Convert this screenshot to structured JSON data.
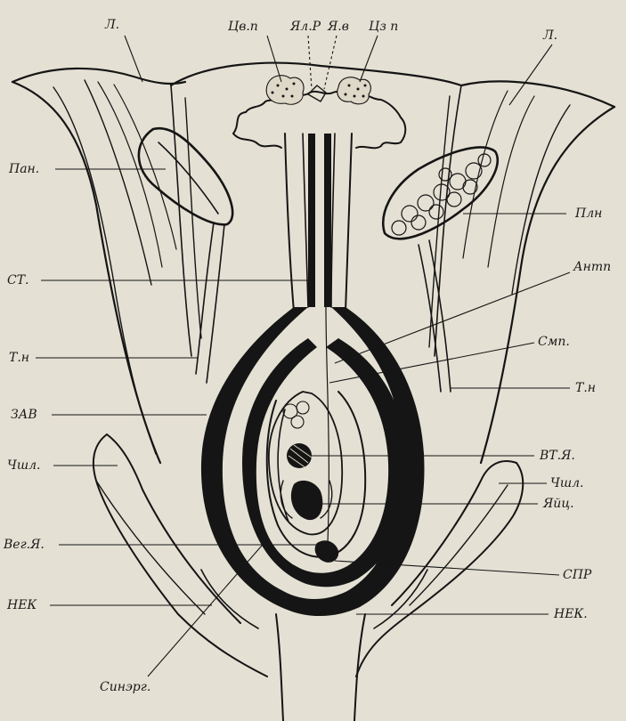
{
  "labels": {
    "petal_left": "Л.",
    "petal_right": "Л.",
    "pollen_tube_nucleus_top": "Цв.п",
    "generative_nucleus": "Ял.Р",
    "vegetative_nucleus_top": "Я.в",
    "pollen_grain": "Цз п",
    "anther_left": "Пан.",
    "anther_right": "Плн",
    "style": "СТ.",
    "filament_left": "Т.н",
    "antipodals": "Антп",
    "central_cell": "Смп.",
    "filament_right": "Т.н",
    "ovary_wall": "ЗАВ",
    "secondary_nucleus": "ВТ.Я.",
    "sepal_left": "Чшл.",
    "sepal_right": "Чшл.",
    "egg_cell": "Яйц.",
    "vegetative_nucleus": "Вег.Я.",
    "synergids_tip": "СПР",
    "nectary_left": "НЕК",
    "nectary_right": "НЕК.",
    "synergids": "Синэрг."
  }
}
